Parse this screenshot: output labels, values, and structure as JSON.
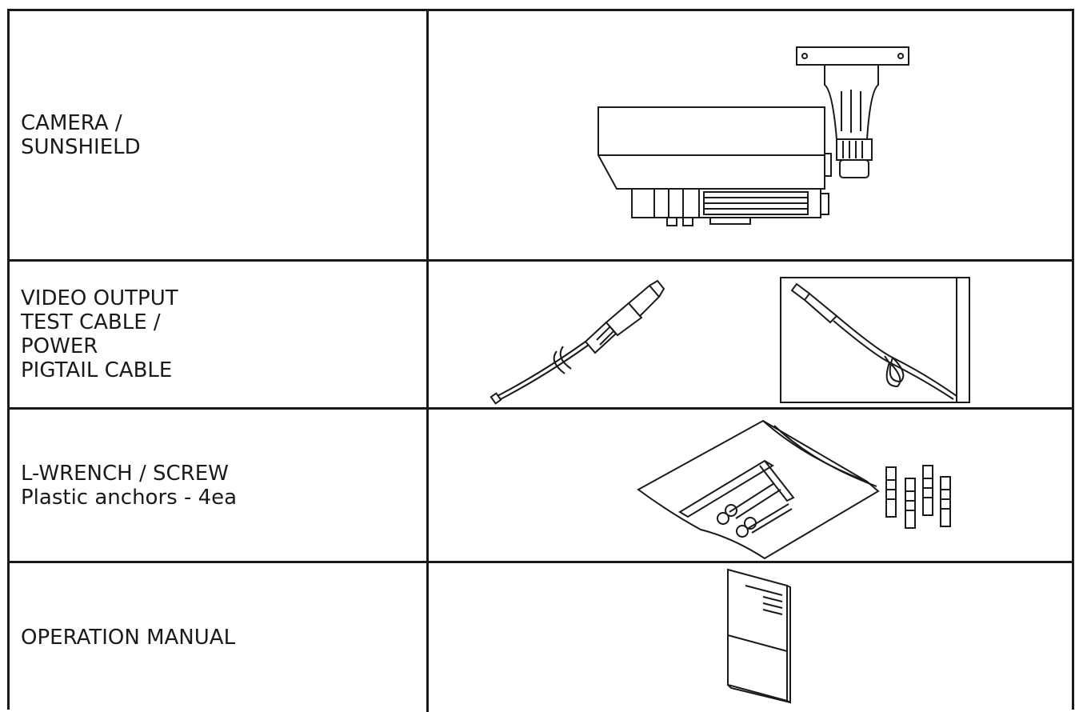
{
  "rows": [
    {
      "label": "CAMERA /\nSUNSHIELD",
      "illustration": "bullet-camera-with-sunshield-and-bracket"
    },
    {
      "label": "VIDEO OUTPUT\nTEST CABLE /\nPOWER\nPIGTAIL CABLE",
      "illustration": "bnc-test-cable-and-bagged-power-cable"
    },
    {
      "label": "L-WRENCH / SCREW\nPlastic anchors - 4ea",
      "illustration": "l-wrench-screws-bag-and-plastic-anchors"
    },
    {
      "label": "OPERATION MANUAL",
      "illustration": "operation-manual-booklet"
    }
  ],
  "colors": {
    "line": "#1a1a1a",
    "background": "#ffffff"
  }
}
